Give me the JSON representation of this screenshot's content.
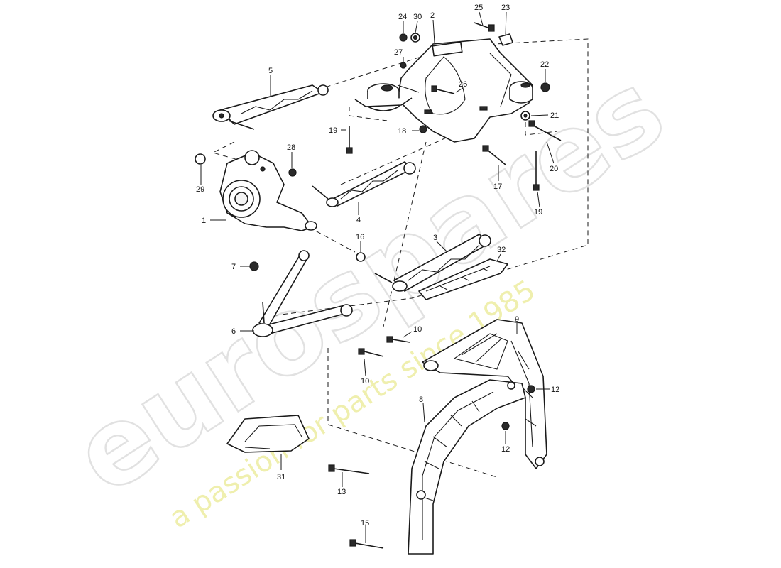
{
  "watermark": {
    "brand": "eurospares",
    "tagline": "a passion for parts since 1985"
  },
  "callouts": {
    "c1": "1",
    "c2": "2",
    "c3": "3",
    "c4": "4",
    "c5": "5",
    "c6": "6",
    "c7": "7",
    "c8": "8",
    "c9": "9",
    "c10a": "10",
    "c10b": "10",
    "c12a": "12",
    "c12b": "12",
    "c13": "13",
    "c15": "15",
    "c16": "16",
    "c17": "17",
    "c18": "18",
    "c19a": "19",
    "c19b": "19",
    "c20": "20",
    "c21": "21",
    "c22": "22",
    "c23": "23",
    "c24": "24",
    "c25": "25",
    "c26": "26",
    "c27": "27",
    "c28": "28",
    "c29": "29",
    "c30": "30",
    "c31": "31",
    "c32": "32"
  }
}
